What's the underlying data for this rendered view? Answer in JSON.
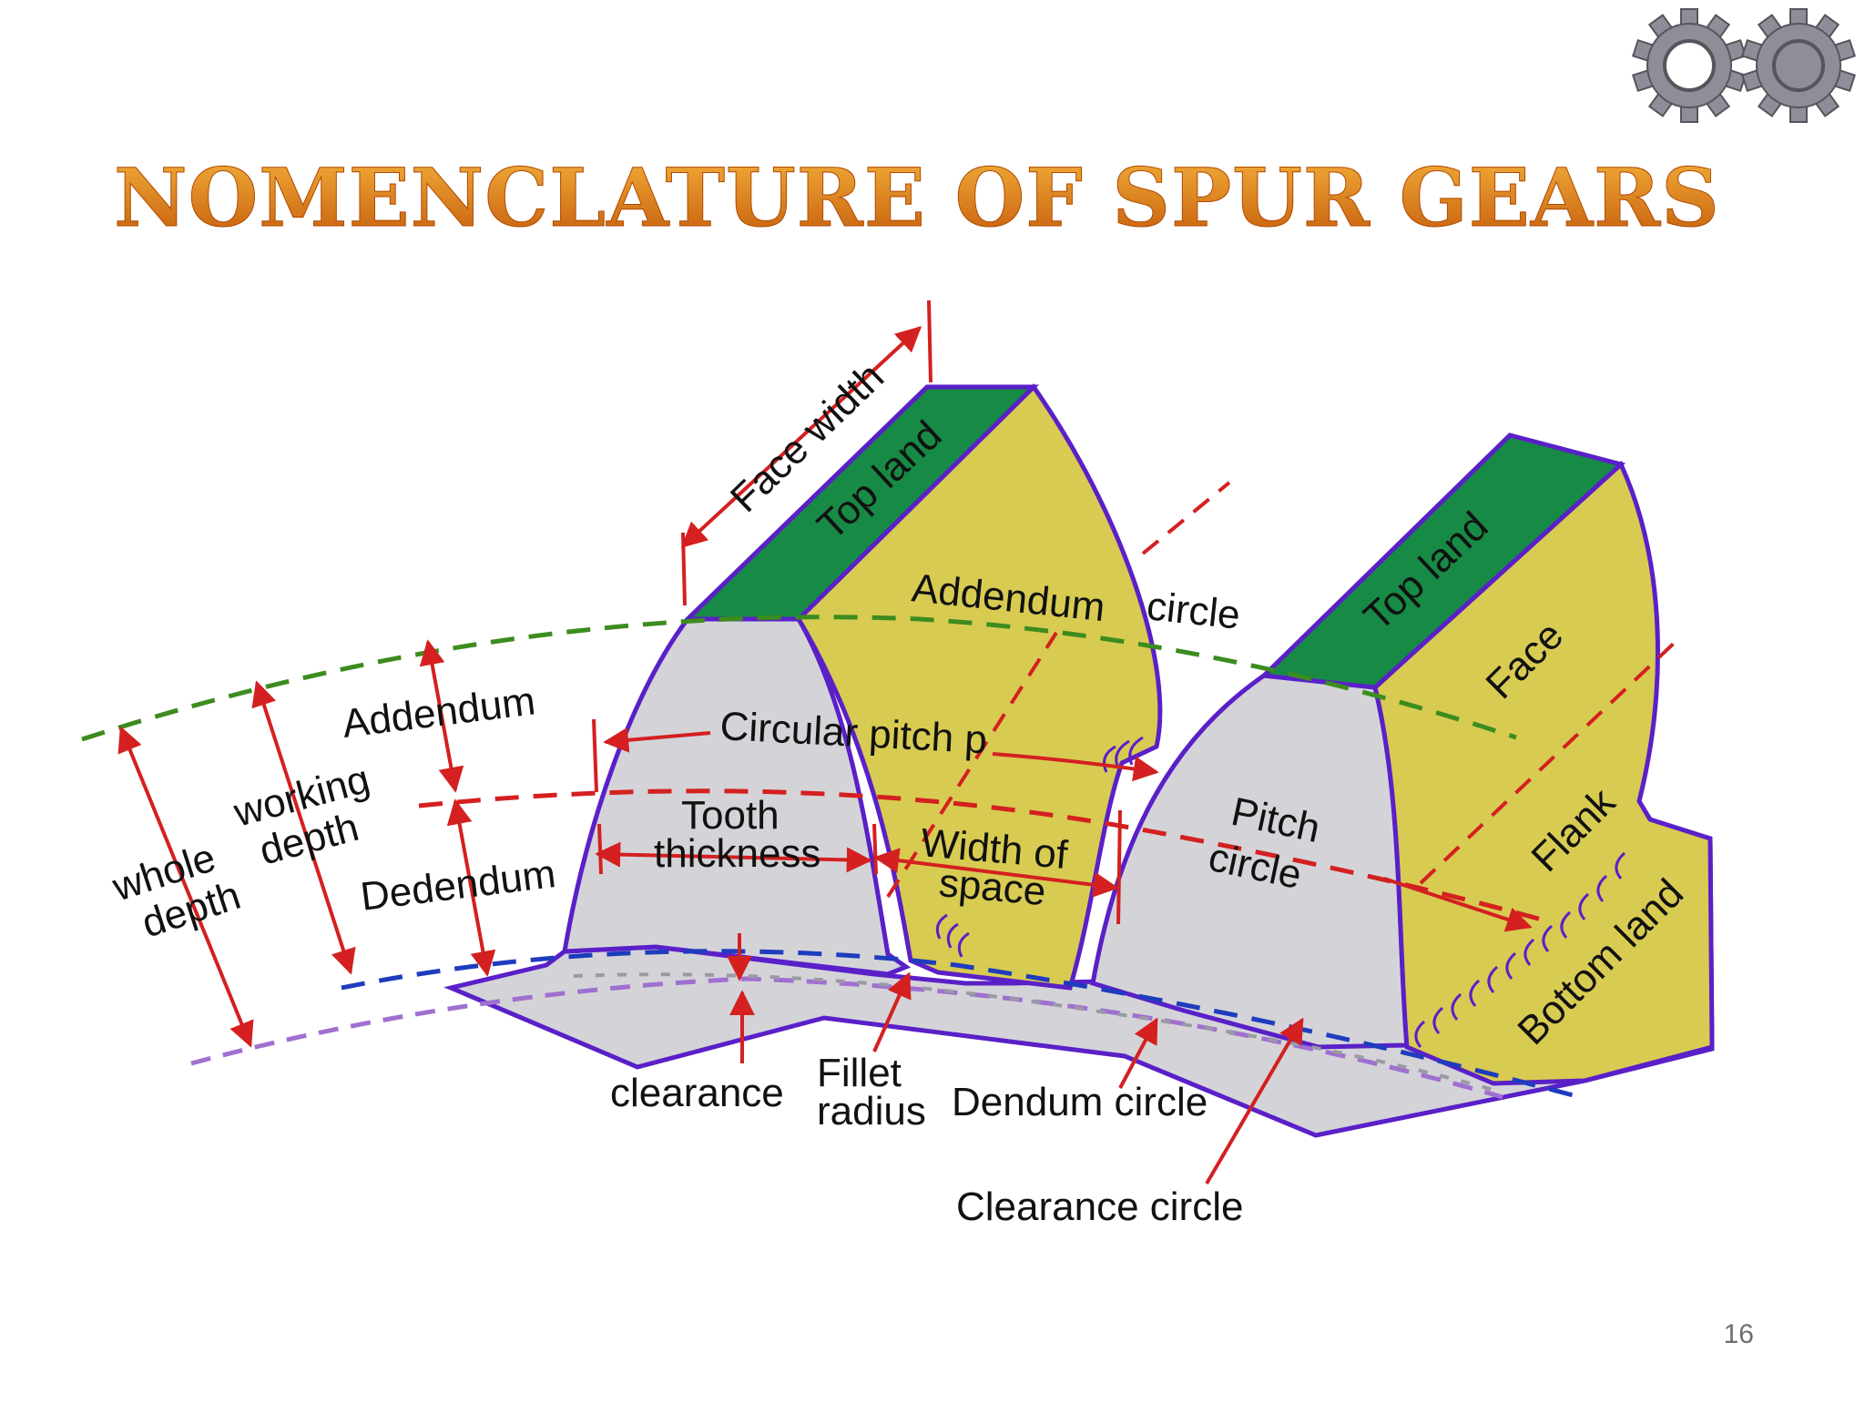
{
  "slide": {
    "title": "NOMENCLATURE OF SPUR GEARS",
    "page_number": "16"
  },
  "colors": {
    "title_top": "#f4b13c",
    "title_bottom": "#c45a0a",
    "top_land": "#178a45",
    "face": "#d8cb52",
    "flank": "#d4d4d8",
    "outline": "#5a20c8",
    "addendum_circle": "#3c8c1e",
    "pitch_circle": "#d42020",
    "dedendum_circle": "#1e3cbe",
    "clearance_circle": "#a070d0",
    "arrow": "#d42020",
    "logo_gear": "#8e8e98"
  },
  "icons": [
    "gear-icon",
    "gear-icon"
  ],
  "labels": {
    "face_width": "Face width",
    "top_land_left": "Top land",
    "top_land_right": "Top land",
    "addendum_circle_a": "Addendum",
    "addendum_circle_b": "circle",
    "face": "Face",
    "addendum": "Addendum",
    "circular_pitch": "Circular pitch p",
    "working_depth_a": "working",
    "working_depth_b": "depth",
    "whole_depth_a": "whole",
    "whole_depth_b": "depth",
    "tooth_thickness_a": "Tooth",
    "tooth_thickness_b": "thickness",
    "width_of_space_a": "Width of",
    "width_of_space_b": "space",
    "pitch_circle_a": "Pitch",
    "pitch_circle_b": "circle",
    "flank": "Flank",
    "bottom_land": "Bottom land",
    "dedendum": "Dedendum",
    "clearance": "clearance",
    "fillet_radius_a": "Fillet",
    "fillet_radius_b": "radius",
    "dendum_circle": "Dendum circle",
    "clearance_circle": "Clearance circle"
  }
}
